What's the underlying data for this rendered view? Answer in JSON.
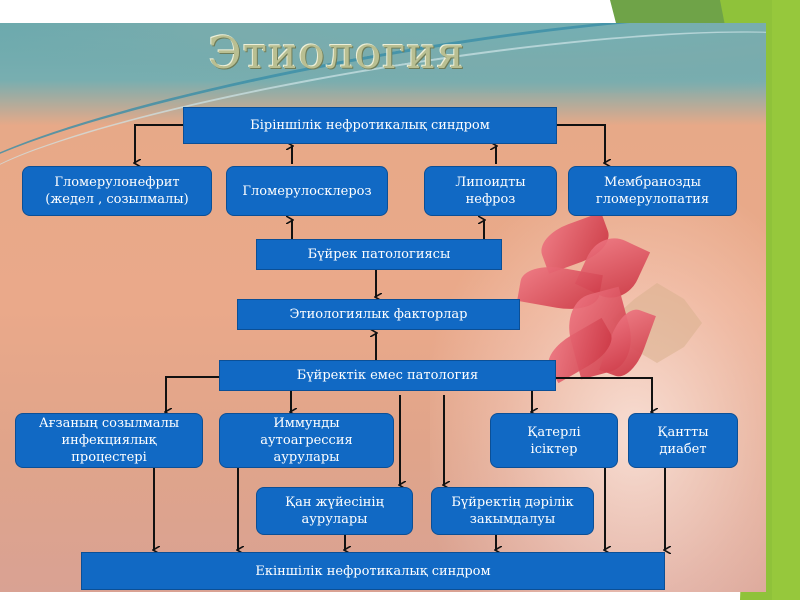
{
  "slide": {
    "title": "Этиология",
    "nodes": {
      "primary": "Біріншілік нефротикалық синдром",
      "glomerulonephritis": "Гломерулонефрит (жедел , созылмалы)",
      "glomerulosclerosis": "Гломерулосклероз",
      "lipoid_nephrosis": "Липоидты нефроз",
      "membranous": "Мембранозды гломерулопатия",
      "kidney_pathology": "Бүйрек патологиясы",
      "etiological_factors": "Этиологиялык факторлар",
      "non_kidney_pathology": "Бүйректік емес патология",
      "chronic_infections": "Ағзаның созылмалы инфекциялық процестері",
      "autoimmune": "Иммунды аутоагрессия аурулары",
      "malignant_tumors": "Қатерлі ісіктер",
      "diabetes": "Қантты диабет",
      "blood_diseases": "Қан жүйесінің аурулары",
      "drug_kidney_damage": "Бүйректің дәрілік закымдалуы",
      "secondary": "Екіншілік нефротикалық синдром"
    }
  },
  "colors": {
    "box_fill": "#1169c4",
    "box_text": "#ffffff",
    "arrow": "#111111",
    "accent_green": "#8fc23a"
  }
}
